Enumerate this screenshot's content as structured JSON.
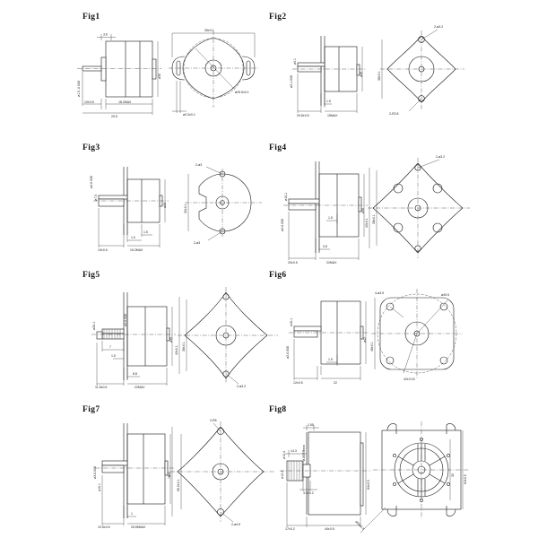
{
  "sheet": {
    "background": "#ffffff",
    "line_color": "#1d1d1d",
    "figure_count": 8,
    "description": "Engineering dimension drawing sheet of eight small electric motor / rotor variants, each shown as a side (section) view plus an end (face) view"
  },
  "figures": [
    {
      "id": "fig1",
      "label": "Fig1",
      "face_shape": "oval-lens-with-slotted-tabs",
      "side_dims": [
        "3.6",
        "10±0.5",
        "18.2MAX",
        "29.5",
        "ø1.5 -0.008 -0.022",
        "ø30"
      ],
      "face_dims": [
        "35±0.1",
        "ø3.3±0.1",
        "ø25.5±0.1"
      ]
    },
    {
      "id": "fig2",
      "label": "Fig2",
      "face_shape": "rounded-diamond-two-holes",
      "side_dims": [
        "29.5±0.5",
        "15MAX",
        "1.5",
        "ø3.1",
        "ø2-1.008",
        "ø25"
      ],
      "face_dims": [
        "2-ø3.2",
        "38±0.1",
        "2-R2.8"
      ]
    },
    {
      "id": "fig3",
      "label": "Fig3",
      "face_shape": "round-with-two-ear-tabs",
      "side_dims": [
        "10±0.5",
        "15.2MAX",
        "1.5",
        "1.0",
        "ø7.5",
        "ø2-0.008",
        "ø28"
      ],
      "face_dims": [
        "2-ø3",
        "32±0.1",
        "2-ø3"
      ]
    },
    {
      "id": "fig4",
      "label": "Fig4",
      "face_shape": "diamond-four-inner-holes",
      "side_dims": [
        "20±0.5",
        "22MAX",
        "1.5",
        "0.8",
        "ø10-1",
        "ø2-0.008",
        "ø35"
      ],
      "face_dims": [
        "2-ø3.2",
        "38±0.1",
        "42±0.1"
      ]
    },
    {
      "id": "fig5",
      "label": "Fig5",
      "face_shape": "pointed-diamond",
      "side_dims": [
        "11.5±0.5",
        "22MAX",
        "8.8",
        "1.5",
        "7",
        "ø20-1",
        "ø2-0.008",
        "ø35"
      ],
      "face_dims": [
        "38±0.1",
        "42±0.1",
        "2-ø3.2"
      ]
    },
    {
      "id": "fig6",
      "label": "Fig6",
      "face_shape": "rounded-square-four-corner-holes",
      "side_dims": [
        "12±0.5",
        "22",
        "1.5",
        "ø16-1",
        "ø2-0.008",
        "ø42"
      ],
      "face_dims": [
        "4-ø3.5",
        "ø49.5",
        "48±0.1",
        "42±0.15"
      ]
    },
    {
      "id": "fig7",
      "label": "Fig7",
      "face_shape": "large-rounded-diamond",
      "side_dims": [
        "10.5±0.5",
        "25.55MAX",
        "1",
        "ø10.1",
        "ø3-0.008",
        "ø52"
      ],
      "face_dims": [
        "2-R5",
        "70",
        "66.2±0.1",
        "2-ø4.5",
        "ø13.4"
      ]
    },
    {
      "id": "fig8",
      "label": "Fig8",
      "face_shape": "square-plate-with-six-spoke-fan",
      "side_dims": [
        "17±0.2",
        "44±0.5",
        "1.55",
        "14.3",
        "ø12.4",
        "ø14-0.8mm",
        "3.3±0.2",
        "84±0.5"
      ],
      "face_dims": [
        "32",
        "64±0.5",
        "ø54±0.3"
      ]
    }
  ]
}
